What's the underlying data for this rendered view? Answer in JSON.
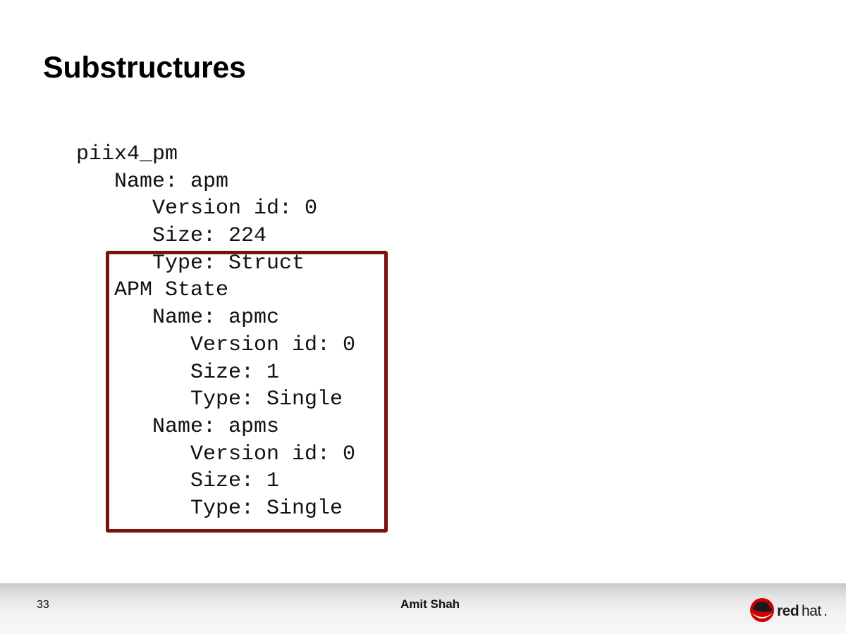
{
  "title": "Substructures",
  "code_lines": [
    "piix4_pm",
    "   Name: apm",
    "      Version id: 0",
    "      Size: 224",
    "      Type: Struct",
    "   APM State",
    "      Name: apmc",
    "         Version id: 0",
    "         Size: 1",
    "         Type: Single",
    "      Name: apms",
    "         Version id: 0",
    "         Size: 1",
    "         Type: Single"
  ],
  "footer": {
    "page_number": "33",
    "author": "Amit Shah",
    "logo_text": "redhat."
  },
  "colors": {
    "highlight_border": "#7a1212",
    "logo_red": "#cc0000"
  },
  "icons": {
    "logo": "redhat-shadowman-logo"
  }
}
